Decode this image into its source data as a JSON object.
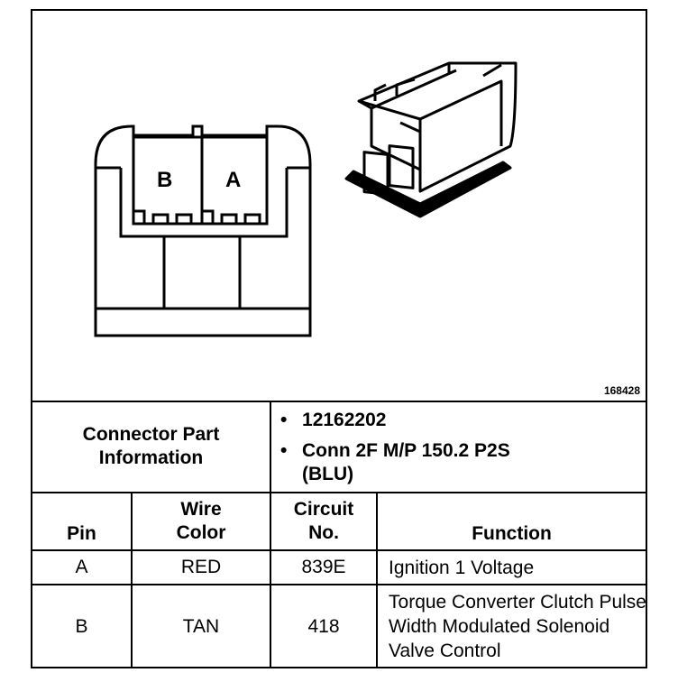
{
  "diagram": {
    "figure_number": "168428",
    "pin_labels": [
      "B",
      "A"
    ]
  },
  "connector_info": {
    "title": "Connector Part Information",
    "items": [
      "12162202",
      "Conn 2F M/P 150.2 P2S (BLU)"
    ]
  },
  "table": {
    "headers": {
      "pin": "Pin",
      "wire_color": "Wire Color",
      "circuit_no": "Circuit No.",
      "function": "Function"
    },
    "rows": [
      {
        "pin": "A",
        "wire_color": "RED",
        "circuit_no": "839E",
        "function": "Ignition 1 Voltage"
      },
      {
        "pin": "B",
        "wire_color": "TAN",
        "circuit_no": "418",
        "function": "Torque Converter Clutch Pulse Width Modulated Solenoid Valve Control"
      }
    ]
  }
}
